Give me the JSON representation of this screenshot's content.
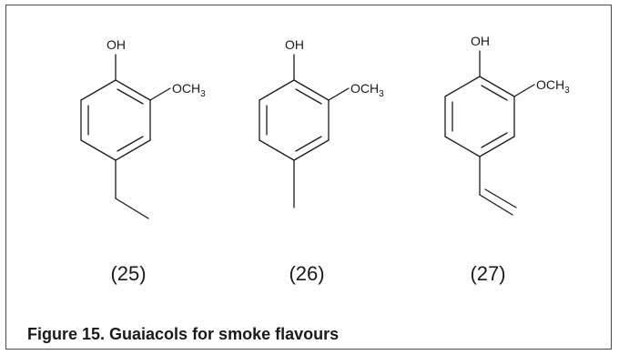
{
  "figure": {
    "caption": "Figure 15. Guaiacols for smoke flavours"
  },
  "compounds": [
    {
      "number": "(25)",
      "hydroxyl_label": "OH",
      "methoxy_label": "OCH",
      "methoxy_subscript": "3",
      "substituent": "ethyl"
    },
    {
      "number": "(26)",
      "hydroxyl_label": "OH",
      "methoxy_label": "OCH",
      "methoxy_subscript": "3",
      "substituent": "methyl"
    },
    {
      "number": "(27)",
      "hydroxyl_label": "OH",
      "methoxy_label": "OCH",
      "methoxy_subscript": "3",
      "substituent": "vinyl"
    }
  ],
  "colors": {
    "ink": "#1a1a1a",
    "frame": "#4a4a4a",
    "background": "#ffffff"
  }
}
